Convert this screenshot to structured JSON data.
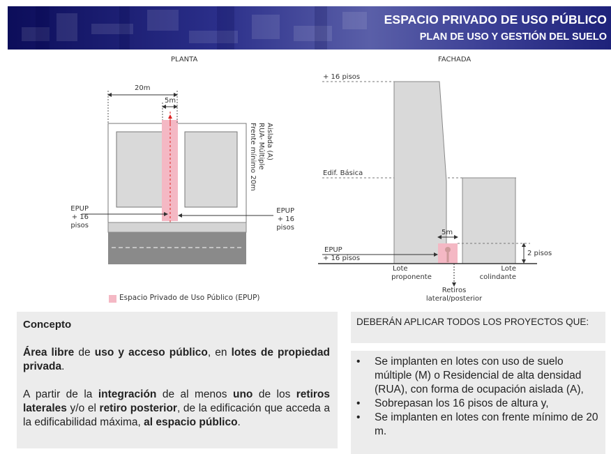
{
  "header": {
    "title": "ESPACIO PRIVADO DE USO PÚBLICO",
    "subtitle": "PLAN DE USO Y GESTIÓN DEL SUELO"
  },
  "planta": {
    "title": "PLANTA",
    "width_20": "20m",
    "width_5": "5m",
    "vertical_label": [
      "Aislada (A)",
      "RUA- Múltiple",
      "Frente mínimo 20m"
    ],
    "epup_left": [
      "EPUP",
      "+ 16 pisos"
    ],
    "epup_right": [
      "EPUP",
      "+ 16 pisos"
    ]
  },
  "fachada": {
    "title": "FACHADA",
    "top_label": "+ 16 pisos",
    "basica_label": "Edif. Básica",
    "width_5": "5m",
    "floors_label": "2 pisos",
    "epup": [
      "EPUP",
      "+ 16 pisos"
    ],
    "lote_proponente": [
      "Lote",
      "proponente"
    ],
    "lote_colindante": [
      "Lote",
      "colindante"
    ],
    "retiros": [
      "Retiros",
      "lateral/posterior"
    ]
  },
  "legend": {
    "label": "Espacio Privado de Uso Público (EPUP)",
    "color": "#f4b8c4"
  },
  "concepto": {
    "heading": "Concepto",
    "p1": [
      {
        "t": "Área libre",
        "b": true
      },
      {
        "t": " de ",
        "b": false
      },
      {
        "t": "uso y acceso público",
        "b": true
      },
      {
        "t": ", en ",
        "b": false
      },
      {
        "t": "lotes de propiedad privada",
        "b": true
      },
      {
        "t": ".",
        "b": false
      }
    ],
    "p2": [
      {
        "t": "A partir de la ",
        "b": false
      },
      {
        "t": "integración",
        "b": true
      },
      {
        "t": " de al menos ",
        "b": false
      },
      {
        "t": "uno",
        "b": true
      },
      {
        "t": " de los ",
        "b": false
      },
      {
        "t": "retiros laterales",
        "b": true
      },
      {
        "t": " y/o el ",
        "b": false
      },
      {
        "t": "retiro posterior",
        "b": true
      },
      {
        "t": ", de la edificación que acceda a la edificabilidad máxima, ",
        "b": false
      },
      {
        "t": "al espacio público",
        "b": true
      },
      {
        "t": ".",
        "b": false
      }
    ]
  },
  "aplicar": {
    "heading": "DEBERÁN APLICAR TODOS LOS PROYECTOS QUE:",
    "items": [
      "Se implanten en lotes con uso de suelo múltiple (M) o Residencial de alta densidad (RUA), con forma de ocupación aislada (A),",
      "Sobrepasan los 16 pisos de altura y,",
      "Se implanten en lotes con frente mínimo de 20 m."
    ]
  }
}
